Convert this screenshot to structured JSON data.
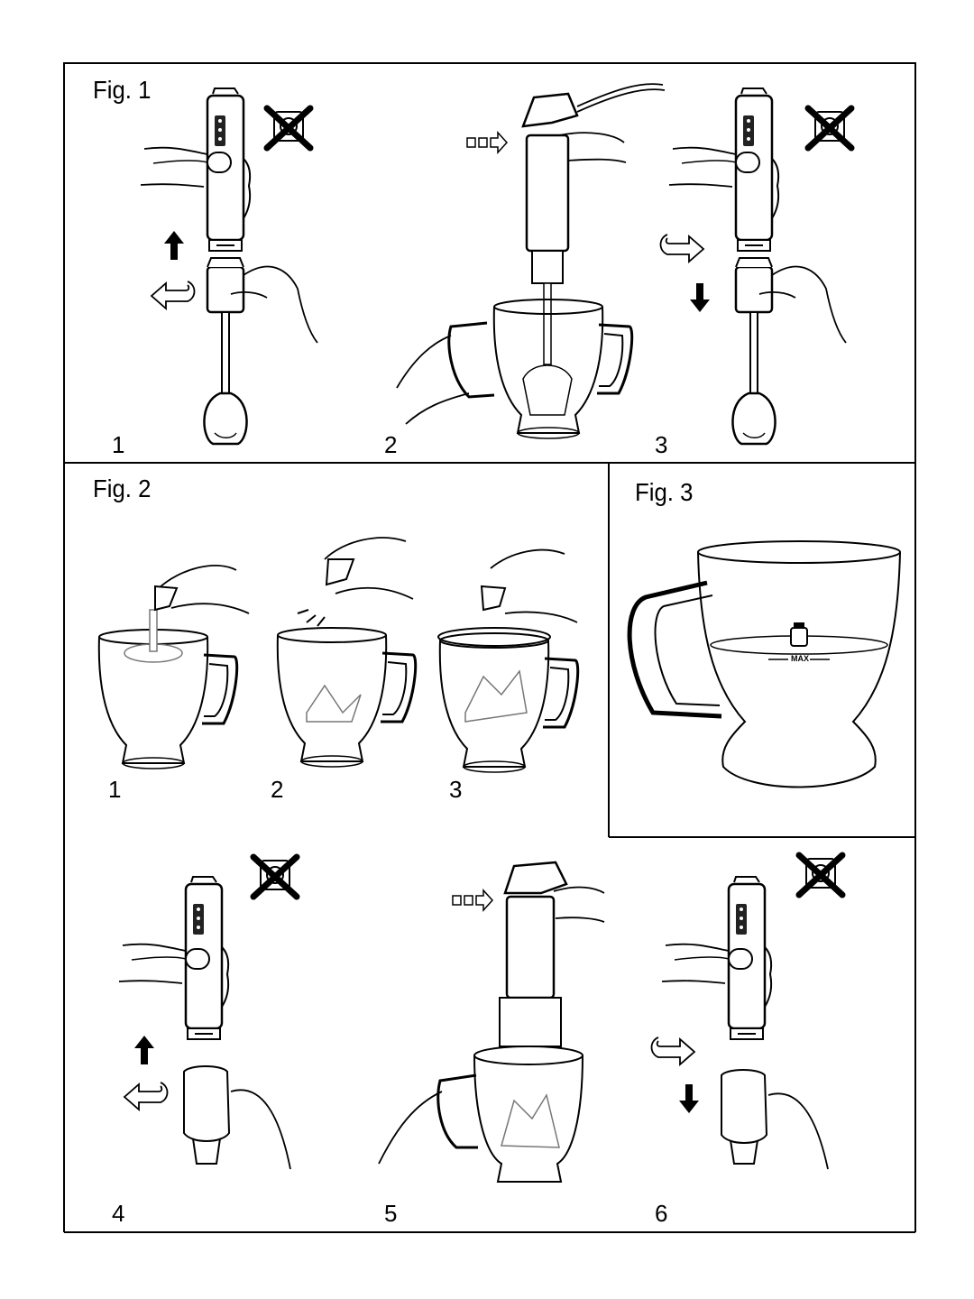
{
  "figures": {
    "fig1": {
      "title": "Fig. 1",
      "steps": [
        "1",
        "2",
        "3"
      ]
    },
    "fig2": {
      "title": "Fig. 2",
      "steps": [
        "1",
        "2",
        "3",
        "4",
        "5",
        "6"
      ]
    },
    "fig3": {
      "title": "Fig. 3",
      "max_mark": "MAX"
    }
  },
  "icons": {
    "unplug": "unplug-socket-crossed-icon",
    "press": "press-arrow-icon",
    "up": "arrow-up-icon",
    "down": "arrow-down-icon",
    "rotate": "rotate-arrow-icon"
  },
  "colors": {
    "line": "#000000",
    "paper": "#ffffff",
    "glass": "#9a9a9a"
  }
}
